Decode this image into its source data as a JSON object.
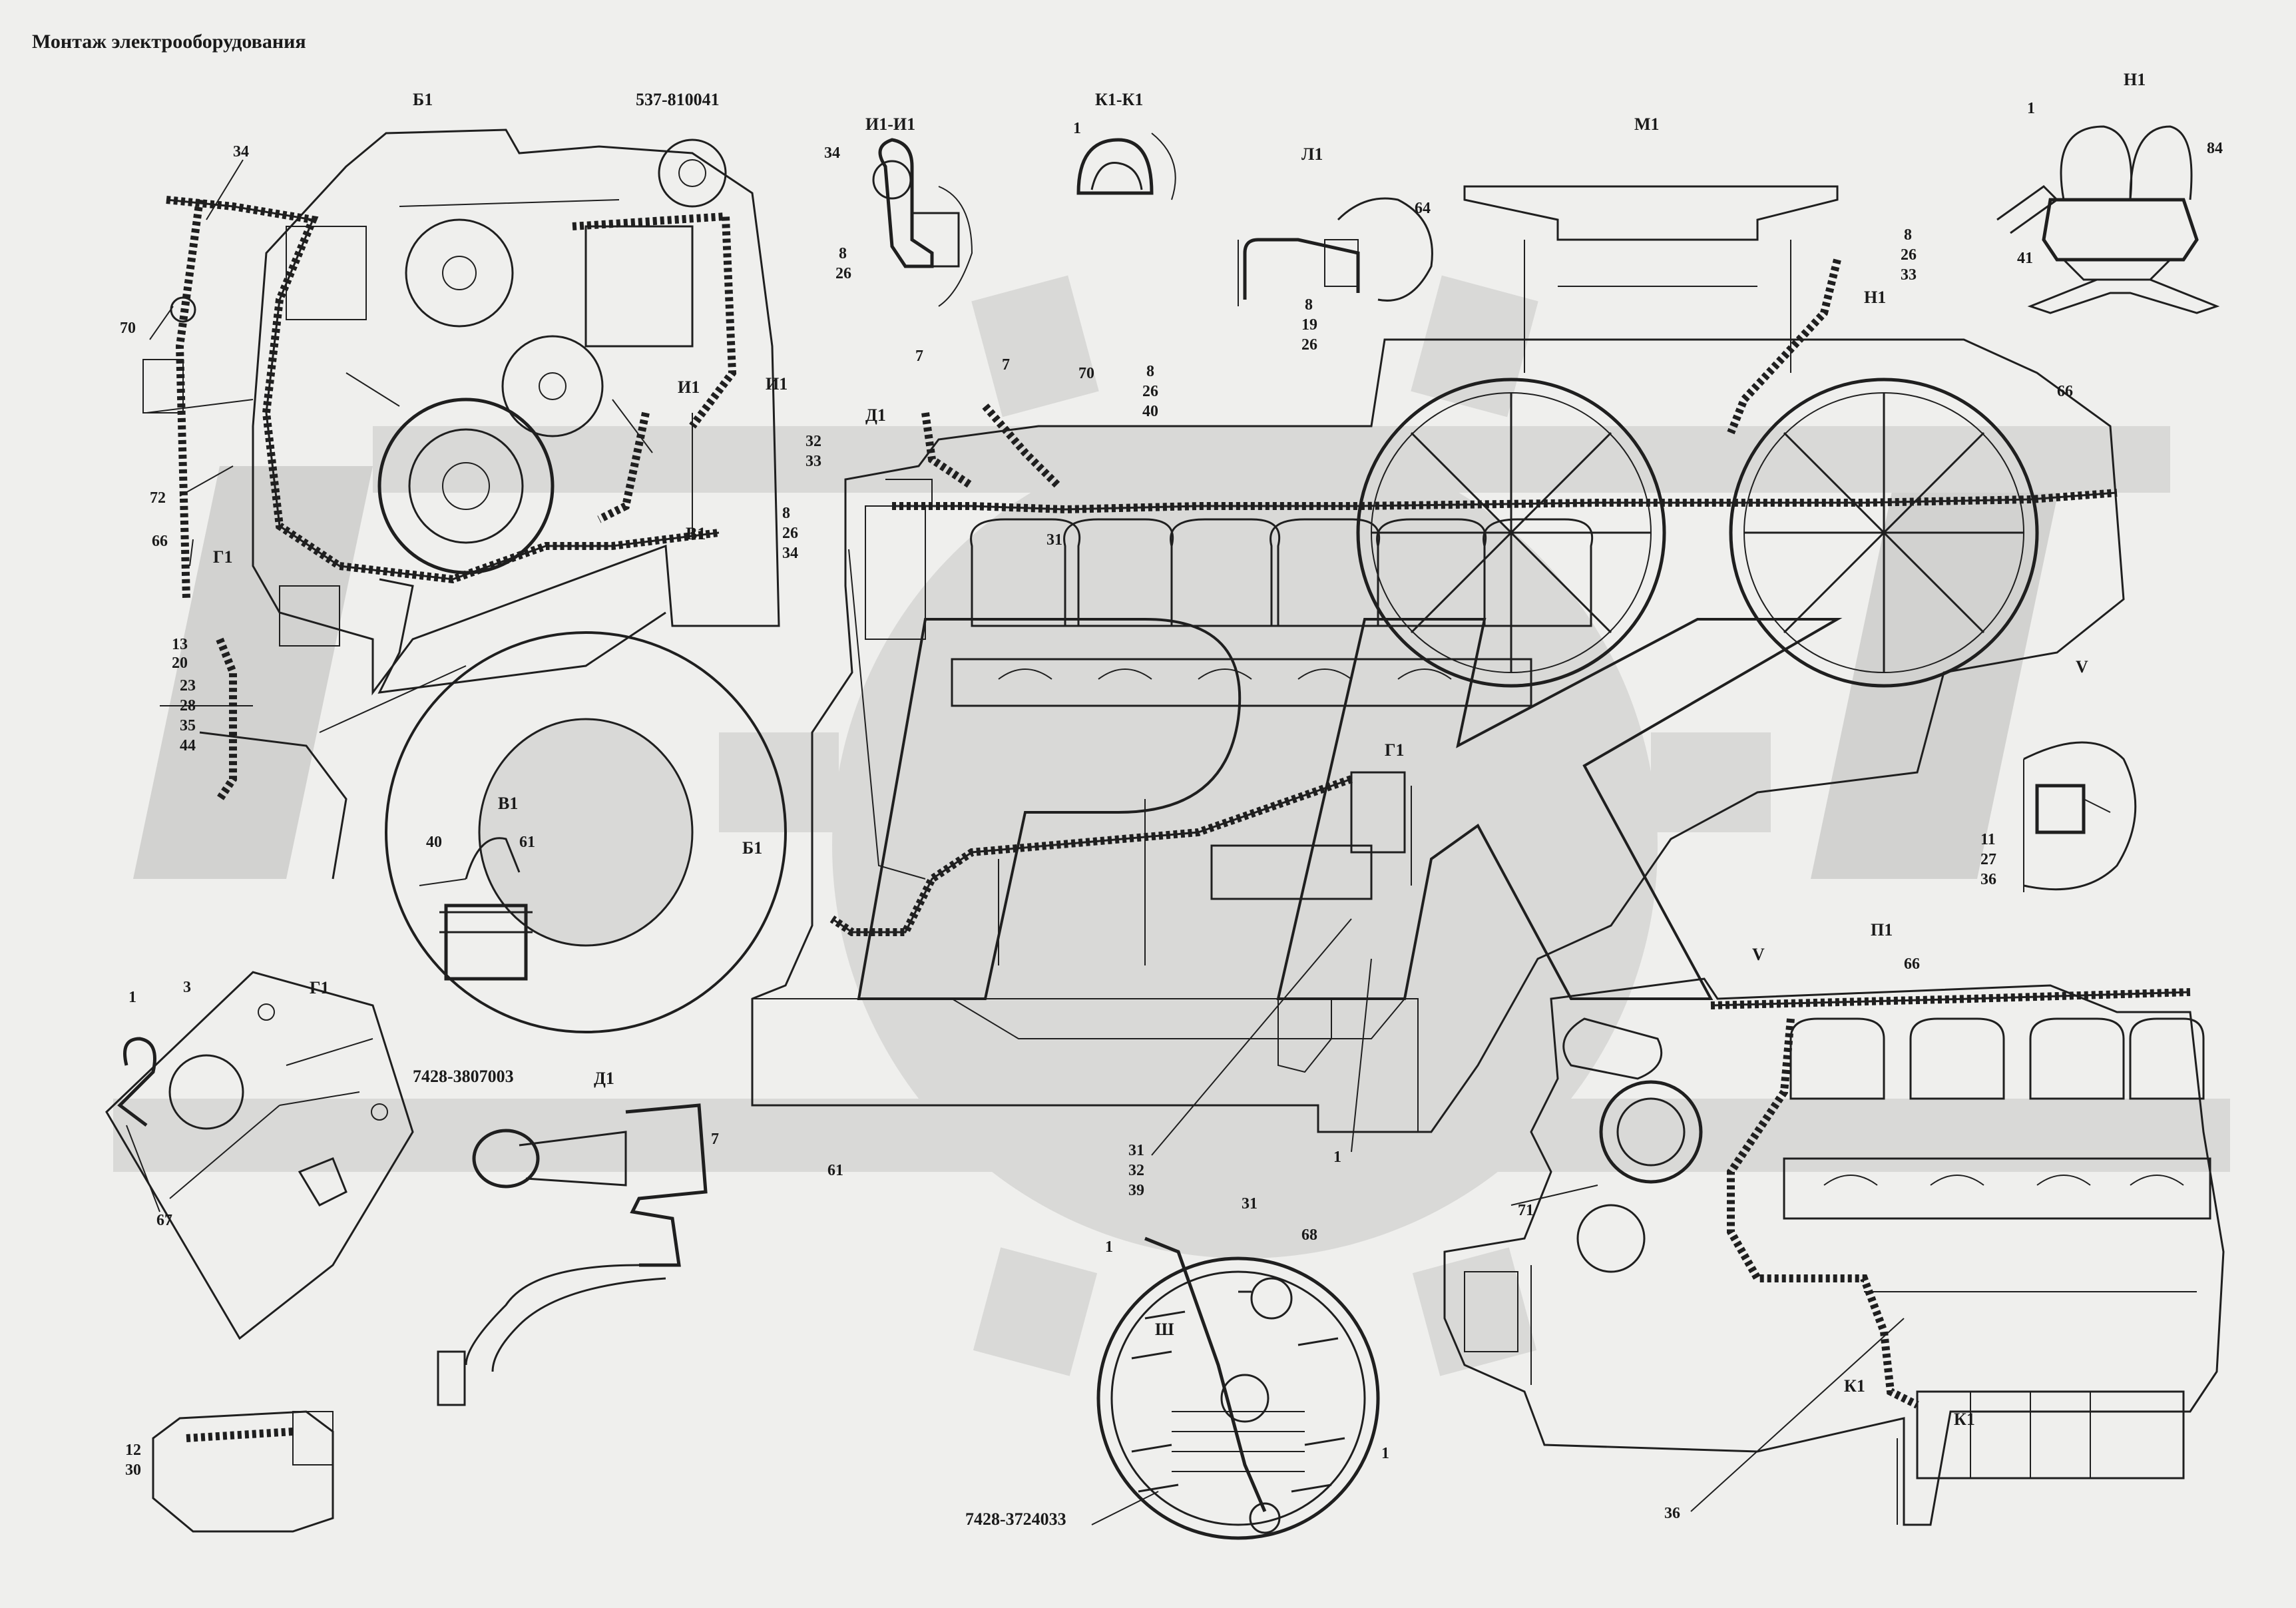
{
  "title": "Монтаж электрооборудования",
  "colors": {
    "background": "#efefed",
    "ink": "#1f1f1f",
    "watermark": "#d9d9d7"
  },
  "views": {
    "b1": "Б1",
    "b1_arrow": "Б1",
    "part_537": "537-810041",
    "i1_i1": "И1-И1",
    "i1_mark_a": "И1",
    "i1_mark_b": "И1",
    "k1_k1": "К1-К1",
    "l1": "Л1",
    "m1": "М1",
    "n1": "Н1",
    "n1_arrow": "Н1",
    "d1_arrow": "Д1",
    "d1": "Д1",
    "v1_arrow": "В1",
    "v1": "В1",
    "g1_arrow": "Г1",
    "g1": "Г1",
    "g1_mid": "Г1",
    "v_view": "V",
    "v_arrow": "V",
    "p1": "П1",
    "k1_a": "К1",
    "k1_b": "К1",
    "sh": "Ш",
    "part_7428_3807003": "7428-3807003",
    "part_7428_3724033": "7428-3724033"
  },
  "callouts": {
    "c34_b1": "34",
    "c70_b1": "70",
    "c72": "72",
    "c66_b1": "66",
    "c13": "13",
    "c20": "20",
    "c23": "23",
    "c28": "28",
    "c35": "35",
    "c44": "44",
    "c32_33_a": "32",
    "c32_33_b": "33",
    "c8_b1": "8",
    "c26_b1": "26",
    "c34_b1b": "34",
    "c34_i1": "34",
    "c8_i1": "8",
    "c26_i1": "26",
    "c1_k1": "1",
    "c64": "64",
    "c8_l1": "8",
    "c19_l1": "19",
    "c26_l1": "26",
    "c7_a": "7",
    "c7_b": "7",
    "c70_m": "70",
    "c8_m": "8",
    "c26_m": "26",
    "c40_m": "40",
    "c31_m": "31",
    "c8_n": "8",
    "c26_n": "26",
    "c33_n": "33",
    "c66_m": "66",
    "c1_n1": "1",
    "c84": "84",
    "c41": "41",
    "c11": "11",
    "c27": "27",
    "c36_v": "36",
    "c40_v1": "40",
    "c61_v1": "61",
    "c61": "61",
    "c31_b": "31",
    "c32_b": "32",
    "c39_b": "39",
    "c1_b": "1",
    "c1_g1": "1",
    "c3_g1": "3",
    "c67": "67",
    "c7_d1": "7",
    "c12": "12",
    "c30": "30",
    "c31_sh": "31",
    "c1_sh": "1",
    "c68": "68",
    "c1_sh_b": "1",
    "c66_p1": "66",
    "c71": "71",
    "c36_p1": "36"
  }
}
